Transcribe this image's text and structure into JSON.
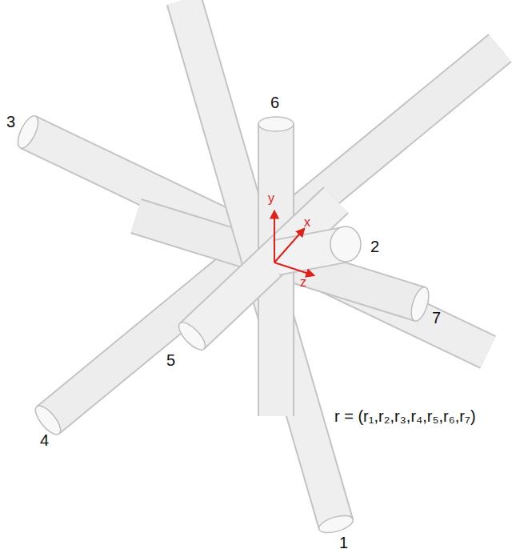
{
  "diagram": {
    "labels": [
      "1",
      "2",
      "3",
      "4",
      "5",
      "6",
      "7",
      "x",
      "y",
      "z",
      "r = (r₁,r₂,r₃,r₄,r₅,r₆,r₇)"
    ]
  }
}
